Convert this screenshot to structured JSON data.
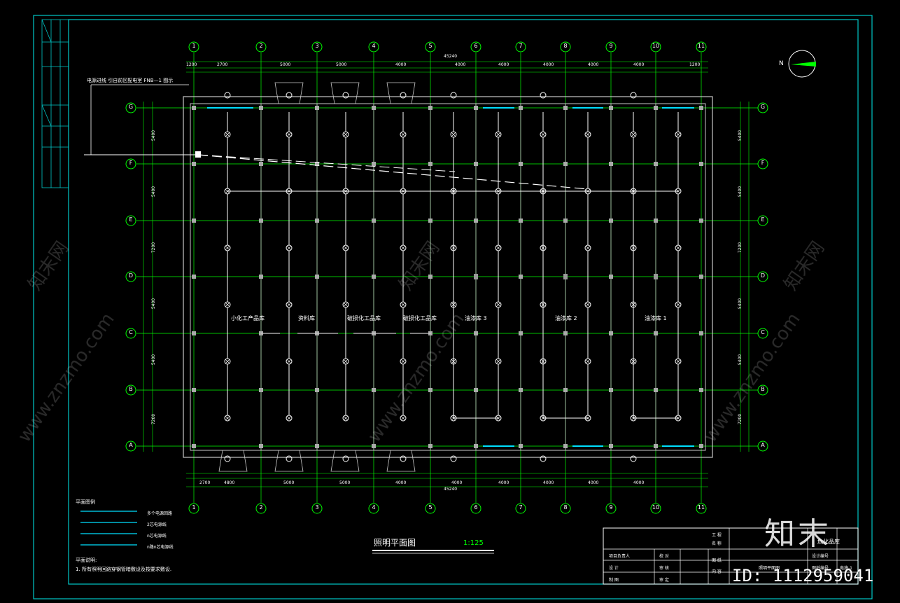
{
  "drawing": {
    "title": "照明平面图",
    "scale": "1:125",
    "north_label": "N",
    "top_note": "电源进线 引自前区配电室 FNB—1 图示",
    "overall_dimension": "45240"
  },
  "axes": {
    "columns": [
      "1",
      "2",
      "3",
      "4",
      "5",
      "6",
      "7",
      "8",
      "9",
      "10",
      "11"
    ],
    "rows": [
      "G",
      "F",
      "E",
      "D",
      "C",
      "B",
      "A"
    ]
  },
  "top_dims": [
    "1200",
    "2700",
    "5000",
    "5000",
    "4000",
    "4000",
    "4000",
    "4000",
    "4000",
    "4000",
    "1200"
  ],
  "bottom_dims": [
    "2700",
    "4800",
    "5000",
    "5000",
    "4000",
    "4000",
    "4000",
    "4000",
    "4000",
    "4000"
  ],
  "side_dims": [
    "5400",
    "5400",
    "7200",
    "5400",
    "5400",
    "7200"
  ],
  "rooms": [
    {
      "label": "小化工产品库"
    },
    {
      "label": "资料库"
    },
    {
      "label": "破损化工品库"
    },
    {
      "label": "破损化工品库"
    },
    {
      "label": "油漆库 3"
    },
    {
      "label": "油漆库 2"
    },
    {
      "label": "油漆库 1"
    }
  ],
  "legend": {
    "title": "平面图例",
    "items": [
      {
        "label": "多个电源回路"
      },
      {
        "label": "2芯电源线"
      },
      {
        "label": "n芯电源线"
      },
      {
        "label": "n路n芯电源线"
      }
    ],
    "notes_title": "平面说明:",
    "notes": "1. 所有照明回路穿钢管暗敷设及按要求敷设."
  },
  "title_block": {
    "rows": [
      [
        "项目负责人",
        "",
        "校 对",
        ""
      ],
      [
        "设 计",
        "",
        "审 核",
        ""
      ],
      [
        "制 图",
        "",
        "审 定",
        ""
      ]
    ],
    "sheet_name": "照明平面图",
    "project": "危化品库",
    "sheet_no": "电施-1",
    "labels": [
      "工 程",
      "名 称",
      "图 纸",
      "内 容",
      "设计编号",
      "图纸编号"
    ]
  },
  "watermarks": [
    "www.znzmo.com",
    "知末网"
  ],
  "brand": {
    "logo": "知末",
    "id": "ID: 1112959041"
  },
  "colors": {
    "frame": "#00c8c8",
    "axis": "#00ff00",
    "wall": "#c8c8c8",
    "wiring": "#ffffff",
    "window": "#00e0ff"
  }
}
